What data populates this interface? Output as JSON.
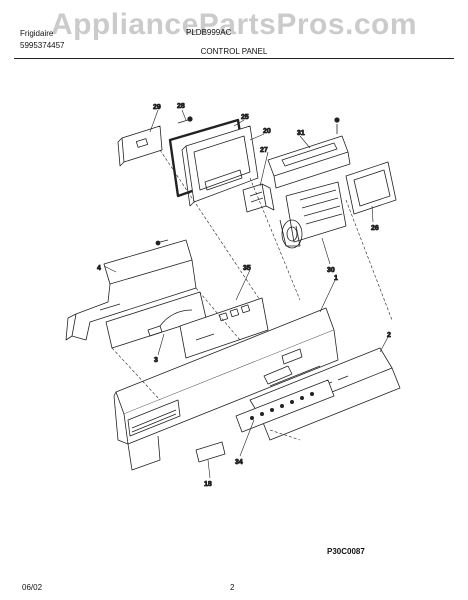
{
  "watermark": "AppliancePartsPros.com",
  "header": {
    "brand_line": "Frigidaire",
    "model_number": "PLDB999AC",
    "publication_number": "5995374457",
    "section_title": "CONTROL PANEL"
  },
  "diagram_code": "P30C0087",
  "footer": {
    "date": "06/02",
    "page": "2"
  },
  "callouts": {
    "c1": "1",
    "c2": "2",
    "c3": "3",
    "c4": "4",
    "c18": "18",
    "c20": "20",
    "c25": "25",
    "c26": "26",
    "c27": "27",
    "c28": "28",
    "c29": "29",
    "c30": "30",
    "c31": "31",
    "c34": "34",
    "c35": "35"
  }
}
